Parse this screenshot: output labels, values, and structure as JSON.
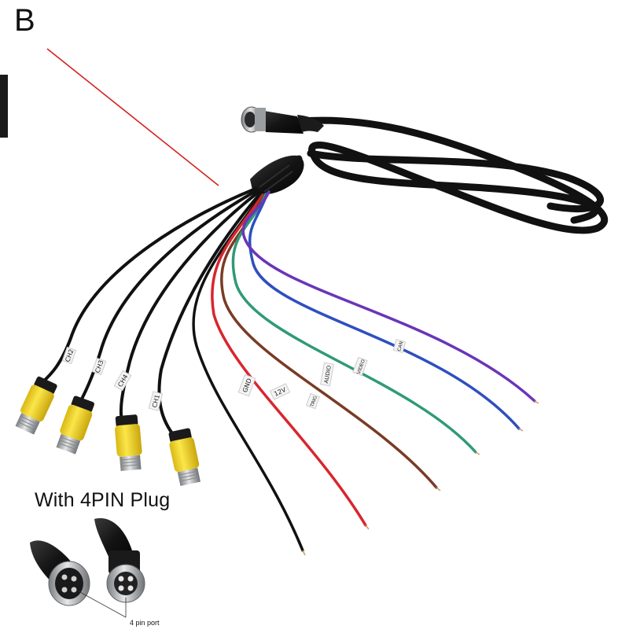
{
  "variant_letter": "B",
  "plug_caption": "With 4PIN Plug",
  "port_label": "4  pin port",
  "wire_labels": {
    "ch1": "CH1",
    "ch2": "CH2",
    "ch3": "CH3",
    "ch4": "CH4",
    "gnd": "GND",
    "power": "12V",
    "trigger": "TRIG",
    "audio": "AUDIO",
    "video": "VIDEO",
    "can": "CAN"
  },
  "colors": {
    "indicator_line": "#d42020",
    "cable": "#111111",
    "rca_yellow": "#f2dc2a",
    "wire_red": "#d8262e",
    "wire_brown": "#7a3b26",
    "wire_green": "#2f9a78",
    "wire_blue": "#2f4fbf",
    "wire_purple": "#6a35b8",
    "metal": "#b9bcbf"
  }
}
